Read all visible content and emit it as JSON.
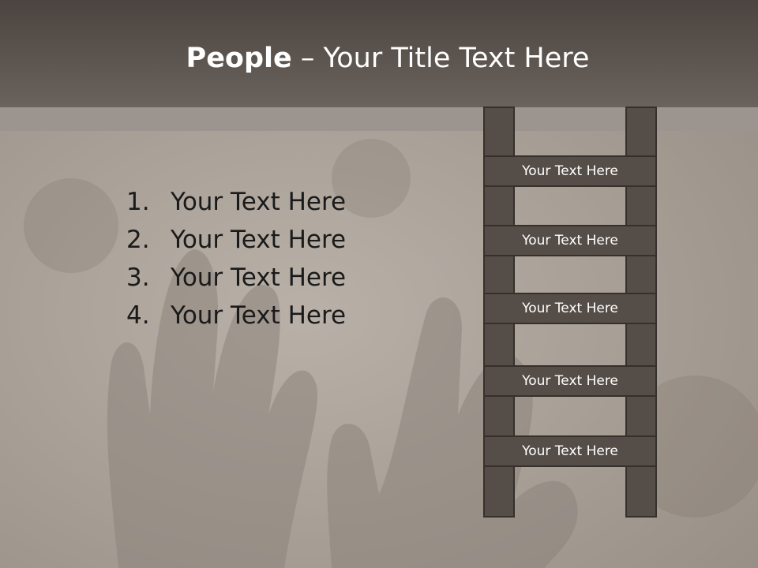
{
  "title": {
    "bold": "People",
    "rest": " – Your Title Text Here"
  },
  "list": [
    {
      "num": "1.",
      "text": "Your Text Here"
    },
    {
      "num": "2.",
      "text": "Your Text Here"
    },
    {
      "num": "3.",
      "text": "Your Text Here"
    },
    {
      "num": "4.",
      "text": "Your Text Here"
    }
  ],
  "ladder_rungs": [
    "Your Text Here",
    "Your Text Here",
    "Your Text Here",
    "Your Text Here",
    "Your Text Here"
  ],
  "colors": {
    "header": "#5a524c",
    "ladder": "#554d47",
    "background": "#a9a198",
    "list_text": "#1a1a1a",
    "title_text": "#ffffff"
  }
}
